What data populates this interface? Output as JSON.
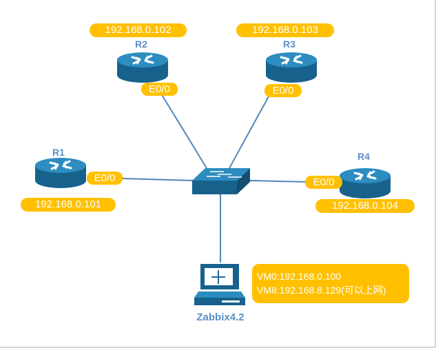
{
  "routers": [
    {
      "name": "R1",
      "ip": "192.168.0.101",
      "port": "E0/0"
    },
    {
      "name": "R2",
      "ip": "192.168.0.102",
      "port": "E0/0"
    },
    {
      "name": "R3",
      "ip": "192.168.0.103",
      "port": "E0/0"
    },
    {
      "name": "R4",
      "ip": "192.168.0.104",
      "port": "E0/0"
    }
  ],
  "server": {
    "name": "Zabbix4.2",
    "vm0": "VM0:192.168.0.100",
    "vm8": "VM8:192.168.8.129(可以上网)"
  },
  "colors": {
    "label_bg": "#ffc000",
    "link": "#4f86b8",
    "device_blue": "#1e6b96",
    "device_label": "#5b8fc7"
  },
  "icons": [
    "router-icon",
    "switch-icon",
    "workstation-icon"
  ]
}
